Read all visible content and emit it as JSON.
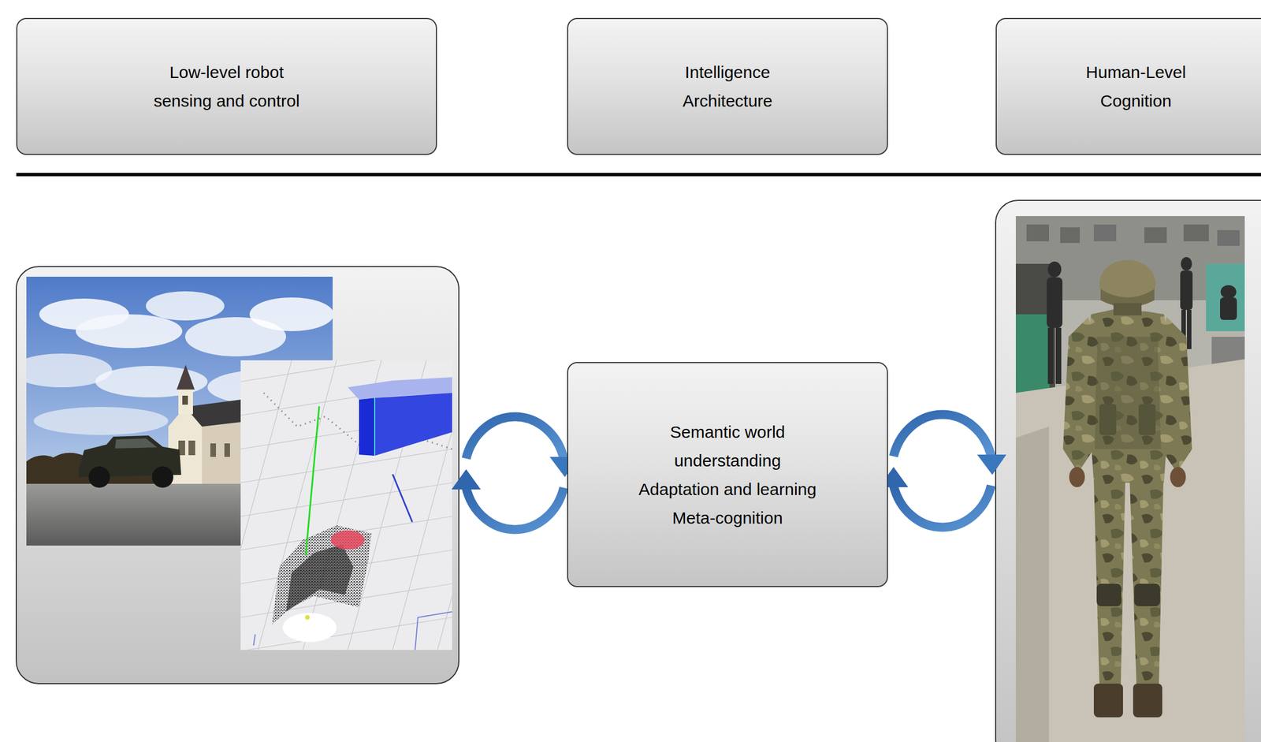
{
  "diagram": {
    "nodes": [
      {
        "text": [
          "Low-level robot sensing and control"
        ]
      },
      {
        "text": [
          "Intelligence Architecture"
        ]
      },
      {
        "text": [
          "Human-Level Cognition"
        ]
      },
      {
        "text": [
          "Semantic world understanding",
          "Adaptation and learning",
          "Meta-cognition"
        ]
      }
    ]
  }
}
